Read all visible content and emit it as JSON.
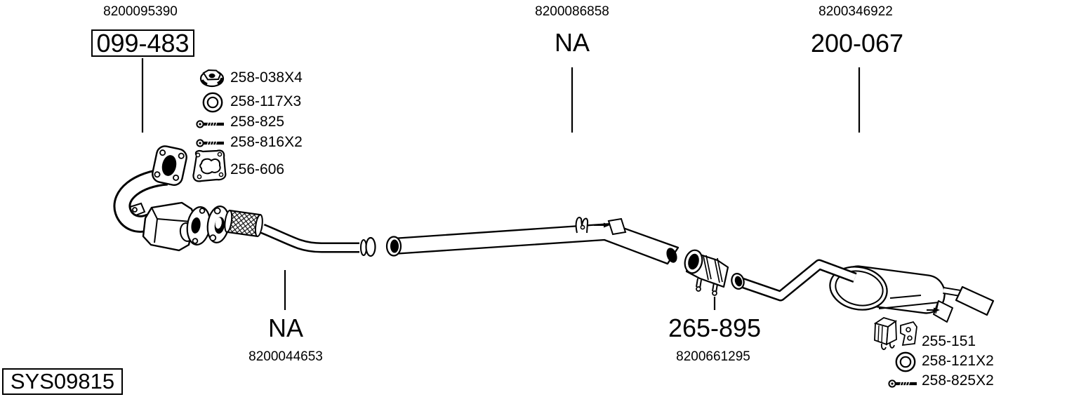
{
  "diagram": {
    "system_code": "SYS09815",
    "callouts": {
      "front": {
        "ref": "8200095390",
        "part": "099-483"
      },
      "center": {
        "ref": "8200086858",
        "part": "NA"
      },
      "rear": {
        "ref": "8200346922",
        "part": "200-067"
      },
      "center_pipe": {
        "ref": "8200044653",
        "part": "NA"
      },
      "coupling": {
        "ref": "8200661295",
        "part": "265-895"
      }
    },
    "front_hardware": [
      {
        "icon": "flange-nut-icon",
        "label": "258-038X4"
      },
      {
        "icon": "washer-icon",
        "label": "258-117X3"
      },
      {
        "icon": "bolt-icon",
        "label": "258-825"
      },
      {
        "icon": "bolt-icon",
        "label": "258-816X2"
      },
      {
        "icon": "gasket-icon",
        "label": "256-606"
      }
    ],
    "rear_hardware": [
      {
        "icon": "hanger-bracket-icon",
        "label": "255-151"
      },
      {
        "icon": "washer-icon",
        "label": "258-121X2"
      },
      {
        "icon": "bolt-icon",
        "label": "258-825X2"
      }
    ],
    "colors": {
      "line": "#000000",
      "background": "#ffffff"
    }
  }
}
